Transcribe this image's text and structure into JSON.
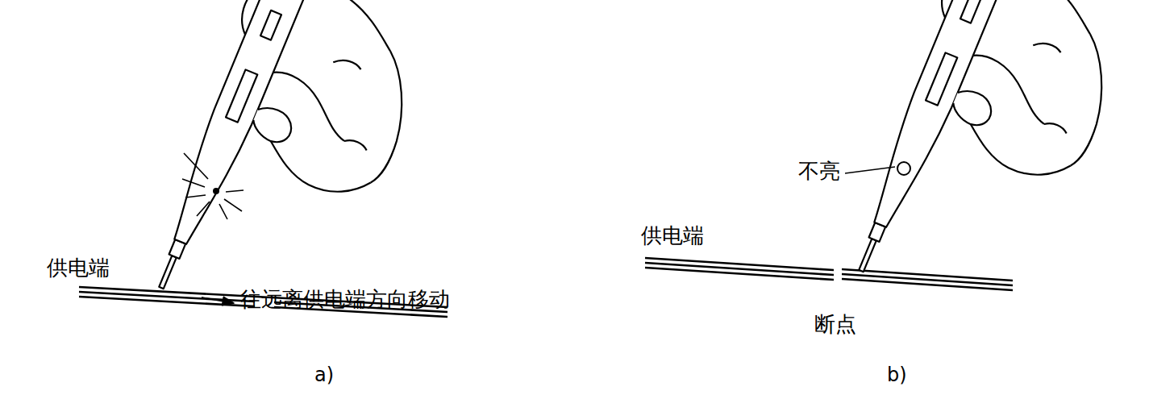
{
  "diagram": {
    "labels": [
      "供电端",
      "往远离供电端方向移动",
      "a)",
      "不亮",
      "供电端",
      "断点",
      "b)"
    ]
  }
}
